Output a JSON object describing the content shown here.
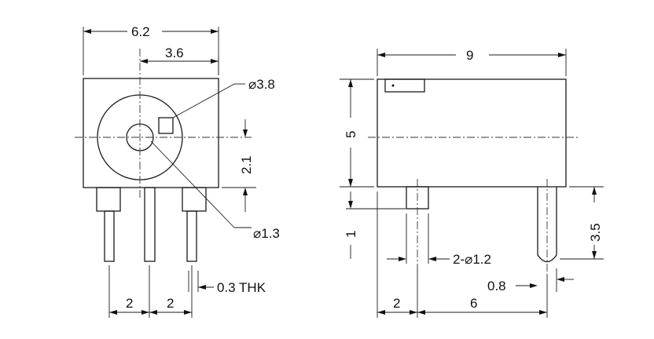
{
  "front_view": {
    "overall_width": "6.2",
    "offset_to_center": "3.6",
    "outer_diameter": "⌀3.8",
    "inner_diameter": "⌀1.3",
    "center_height": "2.1",
    "pin_pitch_left": "2",
    "pin_pitch_right": "2",
    "pin_thickness": "0.3 THK"
  },
  "side_view": {
    "length": "9",
    "height": "5",
    "pin_length": "3.5",
    "pin_standoff": "1",
    "pin_spec": "2-⌀1.2",
    "pin_offset": "0.8",
    "dim_first": "2",
    "dim_pitch": "6"
  }
}
